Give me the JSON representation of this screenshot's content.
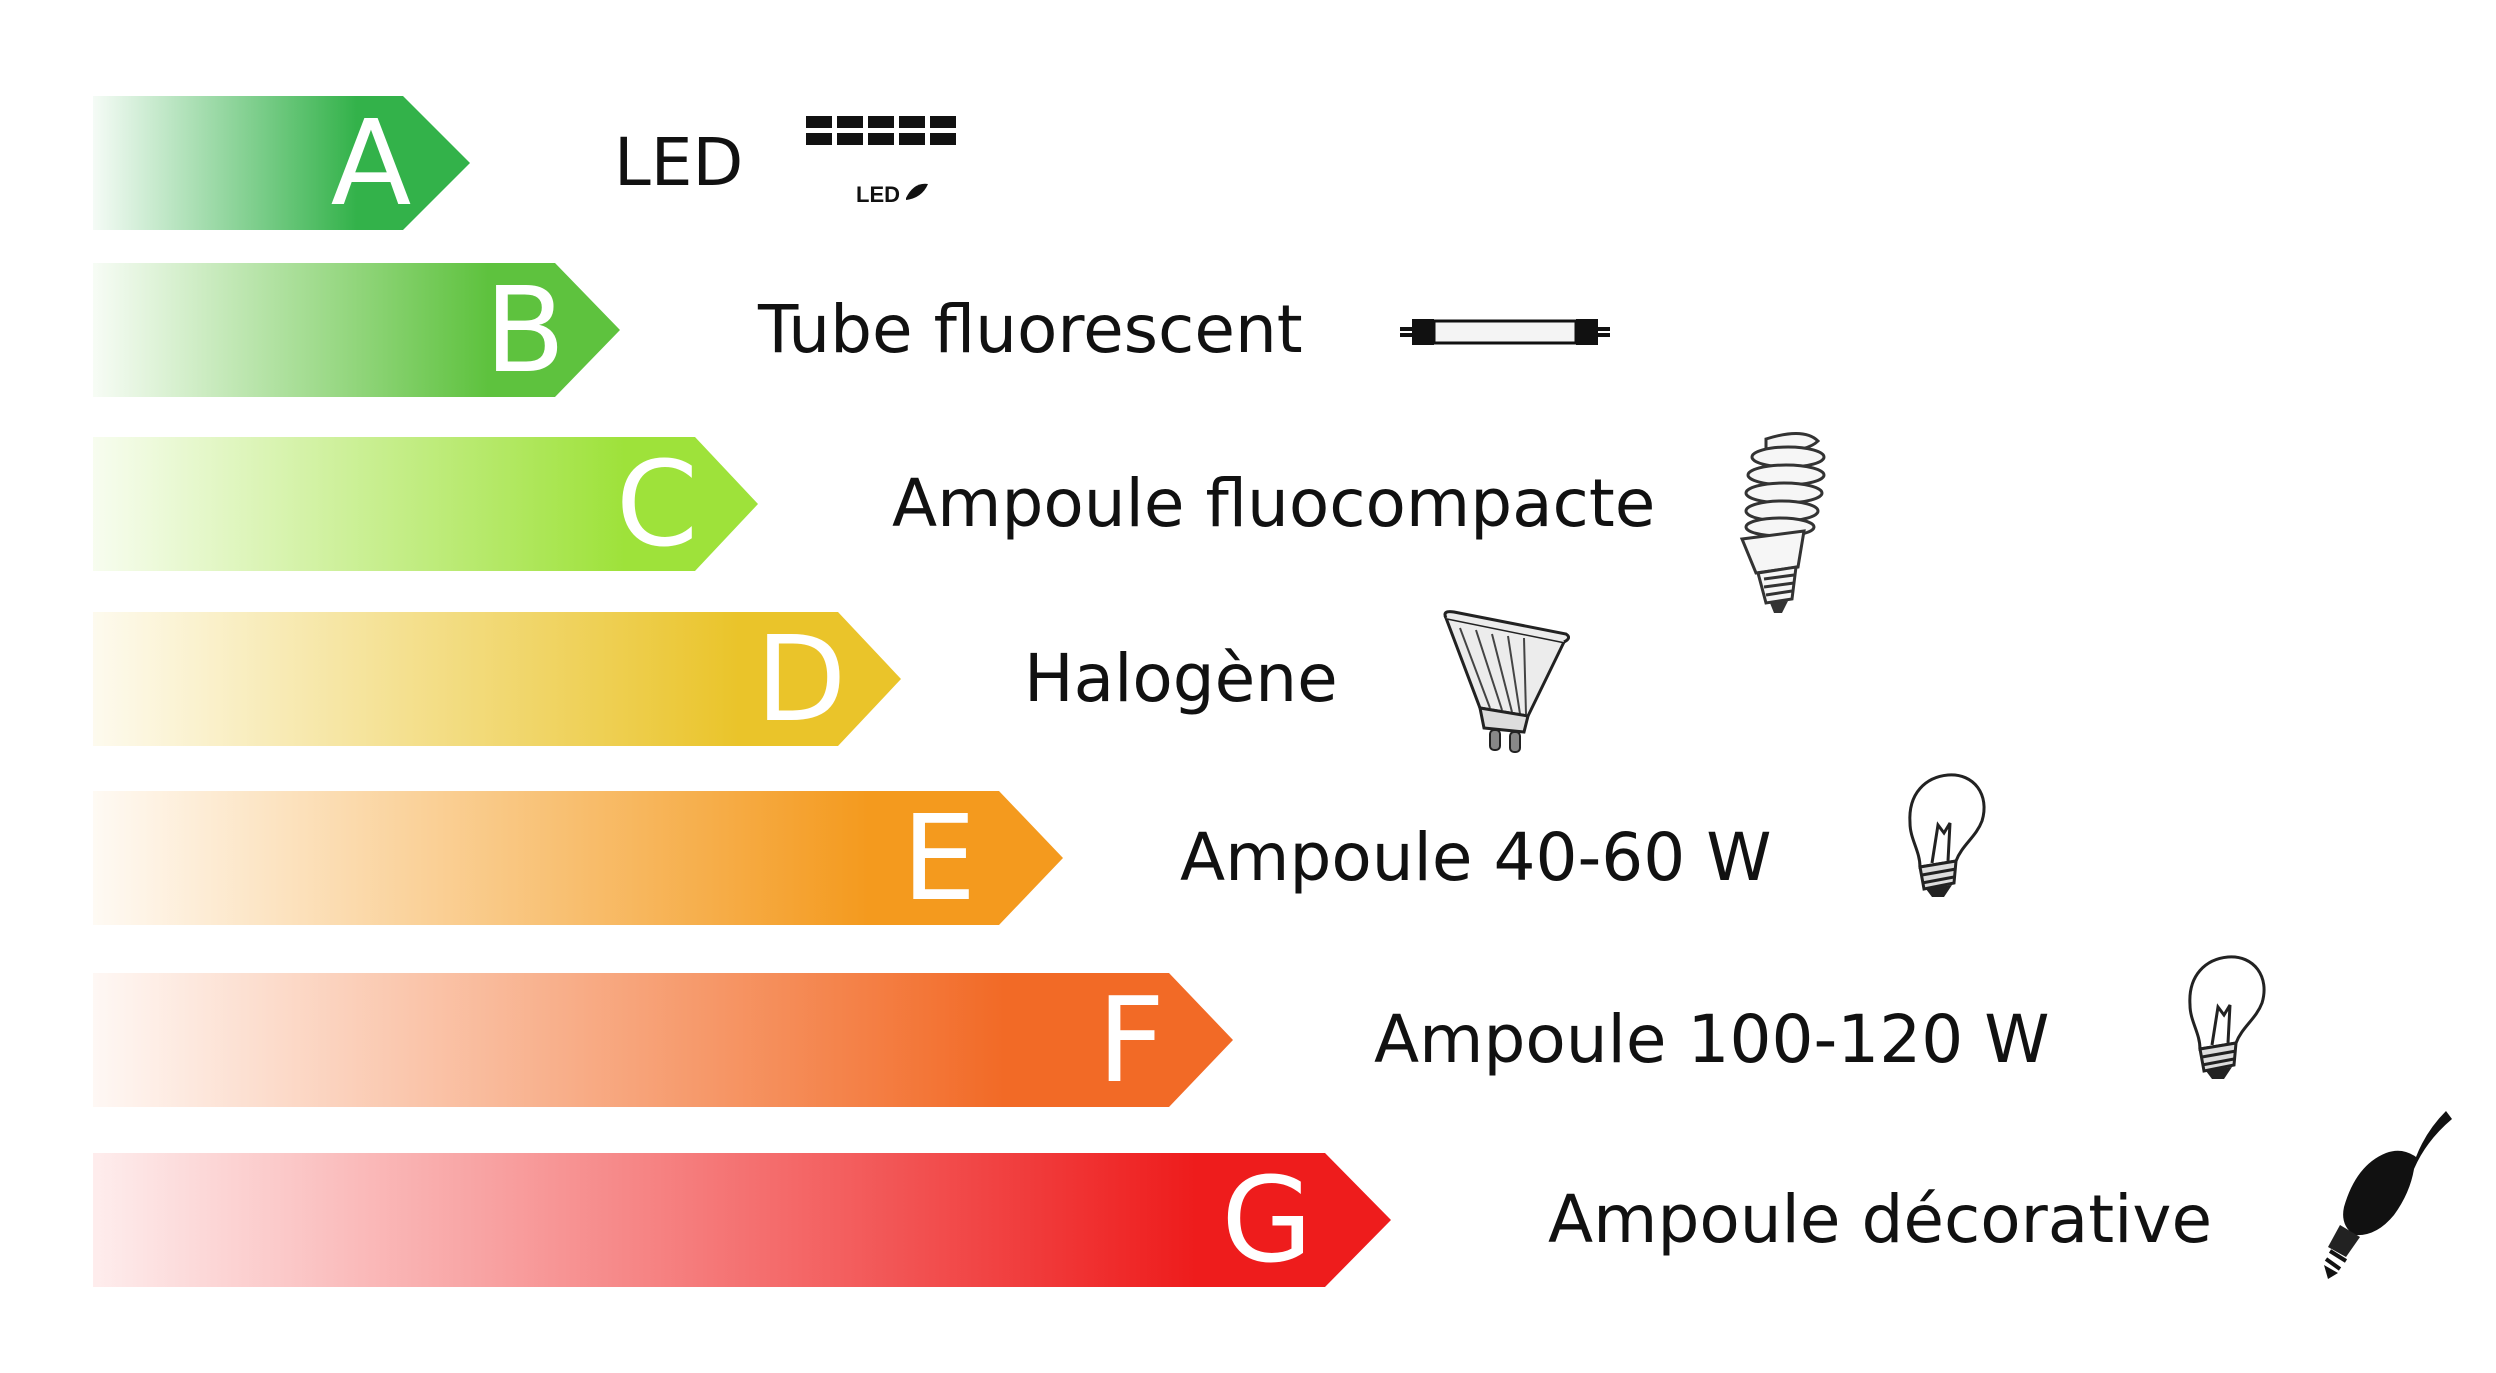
{
  "rows": [
    {
      "grade": "A",
      "label": "LED",
      "color": "#33b24a",
      "icon": "led-panel-icon",
      "icon_text": "LED"
    },
    {
      "grade": "B",
      "label": "Tube fluorescent",
      "color": "#5ec23e",
      "icon": "fluorescent-tube-icon"
    },
    {
      "grade": "C",
      "label": "Ampoule fluocompacte",
      "color": "#9ee23a",
      "icon": "cfl-bulb-icon"
    },
    {
      "grade": "D",
      "label": "Halogène",
      "color": "#eac42a",
      "icon": "halogen-spot-icon"
    },
    {
      "grade": "E",
      "label": "Ampoule 40-60 W",
      "color": "#f49a1e",
      "icon": "incandescent-bulb-icon"
    },
    {
      "grade": "F",
      "label": "Ampoule 100-120 W",
      "color": "#f26a26",
      "icon": "incandescent-bulb-icon"
    },
    {
      "grade": "G",
      "label": "Ampoule décorative",
      "color": "#ee1c1c",
      "icon": "decorative-candle-bulb-icon"
    }
  ]
}
